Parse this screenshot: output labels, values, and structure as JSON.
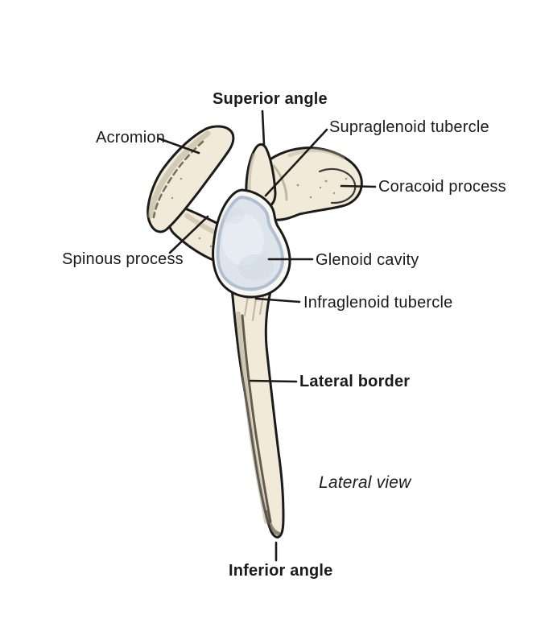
{
  "figure": {
    "caption": "Lateral view",
    "labels": {
      "superior_angle": {
        "text": "Superior angle",
        "emphasis": "bold"
      },
      "acromion": {
        "text": "Acromion",
        "emphasis": "normal"
      },
      "supraglenoid_tubercle": {
        "text": "Supraglenoid tubercle",
        "emphasis": "normal"
      },
      "coracoid_process": {
        "text": "Coracoid process",
        "emphasis": "normal"
      },
      "spinous_process": {
        "text": "Spinous process",
        "emphasis": "normal"
      },
      "glenoid_cavity": {
        "text": "Glenoid cavity",
        "emphasis": "normal"
      },
      "infraglenoid_tubercle": {
        "text": "Infraglenoid tubercle",
        "emphasis": "normal"
      },
      "lateral_border": {
        "text": "Lateral border",
        "emphasis": "bold"
      },
      "inferior_angle": {
        "text": "Inferior angle",
        "emphasis": "bold"
      }
    },
    "colors": {
      "background": "#ffffff",
      "outline": "#1b1b1b",
      "bone_fill": "#f1ead9",
      "bone_shade": "#b3a98f",
      "bone_ridge": "#55503e",
      "glenoid_band": "#f9f7f2",
      "glenoid_ring": "#b0c0d1",
      "glenoid_fill": "#dde4eb",
      "leader_line": "#1b1b1b"
    }
  }
}
